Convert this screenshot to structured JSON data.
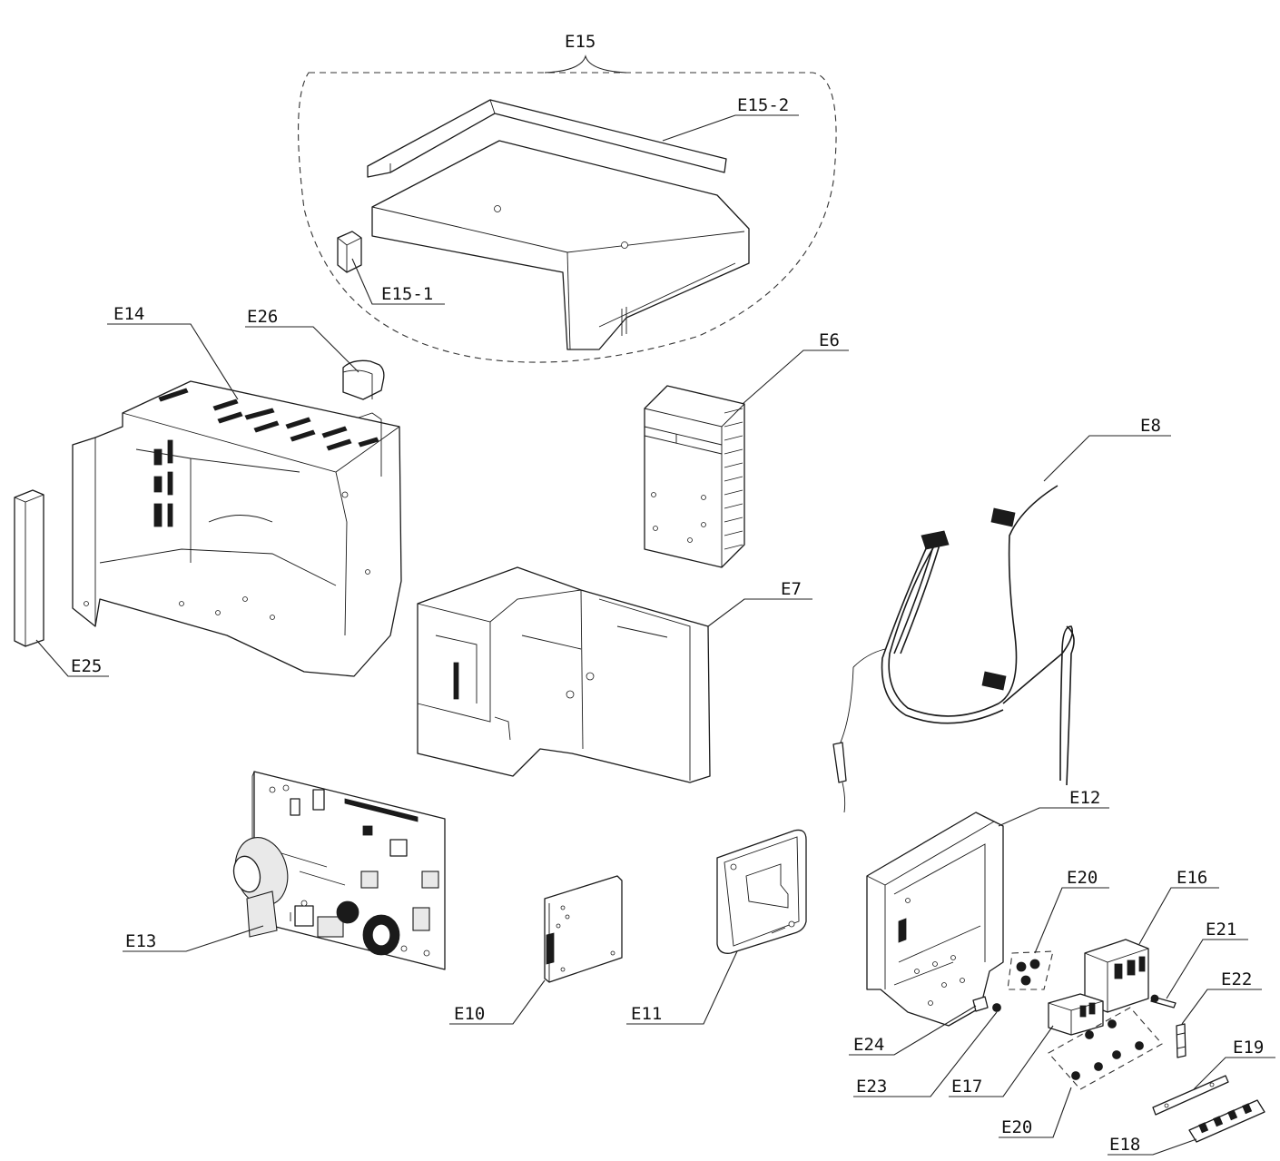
{
  "diagram": {
    "labels": {
      "e15": "E15",
      "e15_2": "E15-2",
      "e15_1": "E15-1",
      "e14": "E14",
      "e26": "E26",
      "e6": "E6",
      "e8": "E8",
      "e25": "E25",
      "e7": "E7",
      "e12": "E12",
      "e13": "E13",
      "e20_top": "E20",
      "e16": "E16",
      "e21": "E21",
      "e22": "E22",
      "e24": "E24",
      "e19": "E19",
      "e10": "E10",
      "e11": "E11",
      "e23": "E23",
      "e17": "E17",
      "e20_bottom": "E20",
      "e18": "E18"
    }
  }
}
